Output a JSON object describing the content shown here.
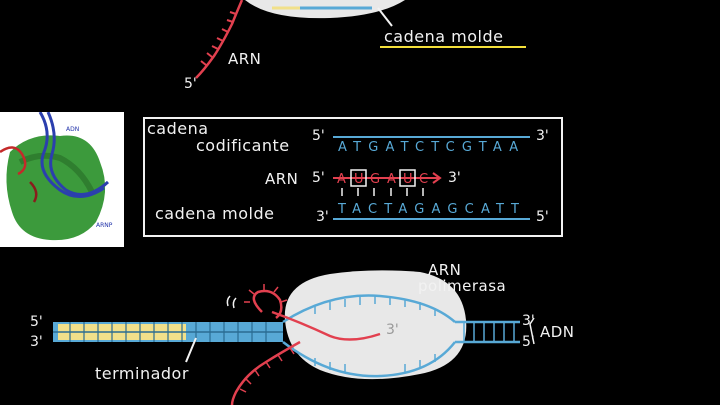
{
  "top": {
    "arn_label": "ARN",
    "five_prime": "5'",
    "template_label": "cadena molde"
  },
  "inset_image": {
    "dna_label": "ADN",
    "arnp_label": "ARNP"
  },
  "box": {
    "coding_label_line1": "cadena",
    "coding_label_line2": "codificante",
    "coding_5": "5'",
    "coding_seq": "ATGATCTCGTAA",
    "coding_3": "3'",
    "rna_label": "ARN",
    "rna_5": "5'",
    "rna_letters": [
      "A",
      "U",
      "G",
      "A",
      "U",
      "C"
    ],
    "rna_3": "3'",
    "template_label": "cadena molde",
    "template_3": "3'",
    "template_seq": "TACTAGAGCATT",
    "template_5": "5'"
  },
  "bottom": {
    "polymerase_label_line1": "ARN",
    "polymerase_label_line2": "polimerasa",
    "left_top_prime": "5'",
    "left_bottom_prime": "3'",
    "right_top_prime": "3'",
    "right_bottom_prime": "5'",
    "dna_label": "ADN",
    "rna_end_prime": "3'",
    "terminator_label": "terminador"
  },
  "colors": {
    "dna_blue": "#58a9d6",
    "rna_red": "#e2404f",
    "highlight_yellow": "#f1e08a",
    "polymerase_fill": "#e8e8e8",
    "underline_yellow": "#f4e03a"
  }
}
